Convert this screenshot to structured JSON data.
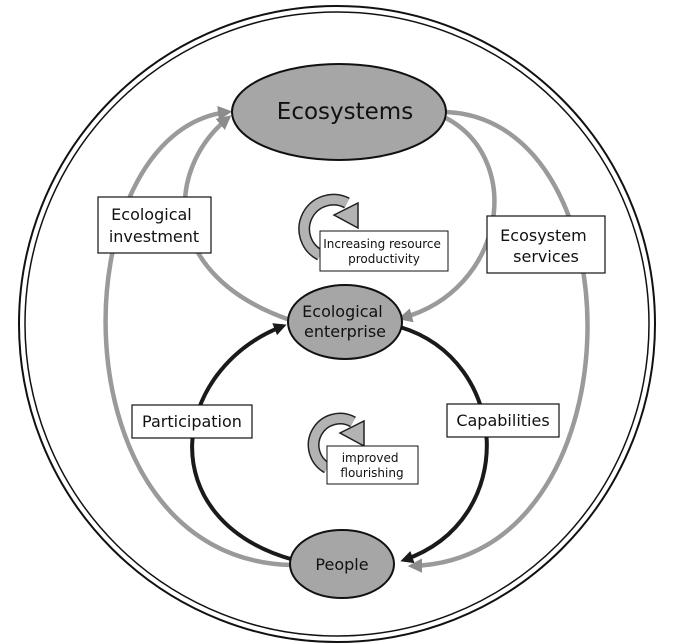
{
  "colors": {
    "node_fill": "#a6a6a6",
    "outer_flow": "#9a9a9a",
    "inner_flow": "#1a1a1a",
    "cycle_icon": "#b3b3b3",
    "outline": "#111111"
  },
  "nodes": {
    "ecosystems": "Ecosystems",
    "enterprise": [
      "Ecological",
      "enterprise"
    ],
    "people": "People"
  },
  "labels": {
    "ecological_investment": [
      "Ecological",
      "investment"
    ],
    "ecosystem_services": [
      "Ecosystem",
      "services"
    ],
    "participation": "Participation",
    "capabilities": "Capabilities",
    "resource_productivity": [
      "Increasing resource",
      "productivity"
    ],
    "improved_flourishing": [
      "improved",
      "flourishing"
    ]
  },
  "icons": [
    "cycle-arrow-icon",
    "cycle-arrow-icon"
  ]
}
